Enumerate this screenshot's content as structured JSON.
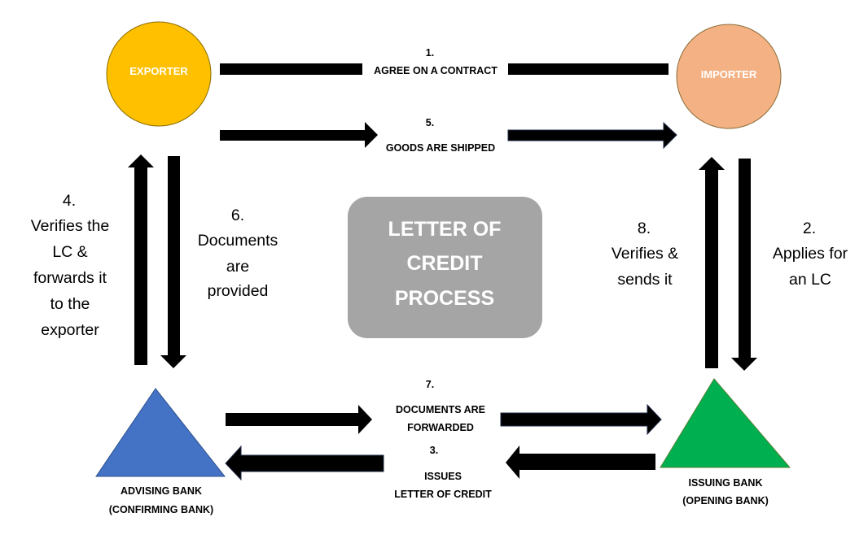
{
  "title": {
    "lines": [
      "LETTER OF",
      "CREDIT",
      "PROCESS"
    ],
    "fill": "#a5a5a5"
  },
  "nodes": {
    "exporter": {
      "label": "EXPORTER",
      "fill": "#ffc000"
    },
    "importer": {
      "label": "IMPORTER",
      "fill": "#f4b183"
    },
    "advising_bank": {
      "label_lines": [
        "ADVISING BANK",
        "(CONFIRMING BANK)"
      ],
      "fill": "#4472c4"
    },
    "issuing_bank": {
      "label_lines": [
        "ISSUING BANK",
        "(OPENING BANK)"
      ],
      "fill": "#00b050"
    }
  },
  "steps": {
    "s1": {
      "number": "1.",
      "lines": [
        "AGREE ON A CONTRACT"
      ]
    },
    "s2": {
      "number": "2.",
      "lines": [
        "Applies for",
        "an LC"
      ]
    },
    "s3": {
      "number": "3.",
      "lines": [
        "ISSUES",
        "LETTER OF CREDIT"
      ]
    },
    "s4": {
      "number": "4.",
      "lines": [
        "Verifies the",
        "LC &",
        "forwards it",
        "to the",
        "exporter"
      ]
    },
    "s5": {
      "number": "5.",
      "lines": [
        "GOODS ARE SHIPPED"
      ]
    },
    "s6": {
      "number": "6.",
      "lines": [
        "Documents",
        "are",
        "provided"
      ]
    },
    "s7": {
      "number": "7.",
      "lines": [
        "DOCUMENTS ARE",
        "FORWARDED"
      ]
    },
    "s8": {
      "number": "8.",
      "lines": [
        "Verifies &",
        "sends it"
      ]
    }
  }
}
